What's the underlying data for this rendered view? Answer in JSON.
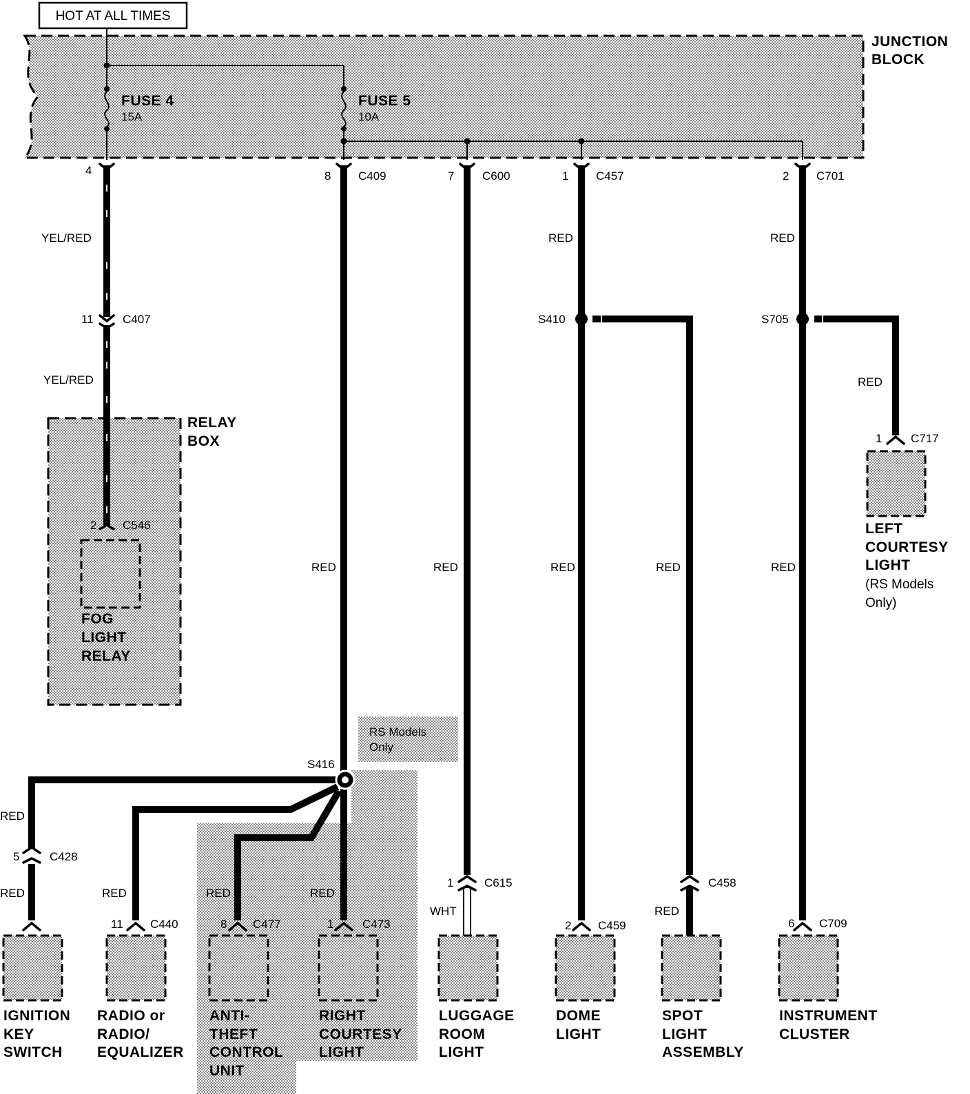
{
  "hot_label": "HOT AT ALL TIMES",
  "junction_block": {
    "line1": "JUNCTION",
    "line2": "BLOCK"
  },
  "fuses": [
    {
      "name": "FUSE 4",
      "rating": "15A"
    },
    {
      "name": "FUSE 5",
      "rating": "10A"
    }
  ],
  "relay_box": {
    "line1": "RELAY",
    "line2": "BOX"
  },
  "connectors": {
    "c409": {
      "pin": "8",
      "id": "C409"
    },
    "c600": {
      "pin": "7",
      "id": "C600"
    },
    "c457": {
      "pin": "1",
      "id": "C457"
    },
    "c701": {
      "pin": "2",
      "id": "C701"
    },
    "fuse4_out": {
      "pin": "4"
    },
    "c407": {
      "pin": "11",
      "id": "C407"
    },
    "c546": {
      "pin": "2",
      "id": "C546"
    },
    "c717": {
      "pin": "1",
      "id": "C717"
    },
    "c428": {
      "pin": "5",
      "id": "C428"
    },
    "c440": {
      "pin": "11",
      "id": "C440"
    },
    "c477": {
      "pin": "8",
      "id": "C477"
    },
    "c473": {
      "pin": "1",
      "id": "C473"
    },
    "c615": {
      "pin": "1",
      "id": "C615"
    },
    "c459": {
      "pin": "2",
      "id": "C459"
    },
    "c458": {
      "id": "C458"
    },
    "c709": {
      "pin": "6",
      "id": "C709"
    }
  },
  "splices": {
    "s410": "S410",
    "s705": "S705",
    "s416": "S416"
  },
  "wire_colors": {
    "yel_red": "YEL/RED",
    "red": "RED",
    "wht": "WHT"
  },
  "rs_models_note": {
    "line1": "RS Models",
    "line2": "Only"
  },
  "components": {
    "fog_light_relay": [
      "FOG",
      "LIGHT",
      "RELAY"
    ],
    "left_courtesy_light": [
      "LEFT",
      "COURTESY",
      "LIGHT",
      "(RS Models",
      "Only)"
    ],
    "ignition_key_switch": [
      "IGNITION",
      "KEY",
      "SWITCH"
    ],
    "radio_equalizer": [
      "RADIO or",
      "RADIO/",
      "EQUALIZER"
    ],
    "anti_theft_control_unit": [
      "ANTI-",
      "THEFT",
      "CONTROL",
      "UNIT"
    ],
    "right_courtesy_light": [
      "RIGHT",
      "COURTESY",
      "LIGHT"
    ],
    "luggage_room_light": [
      "LUGGAGE",
      "ROOM",
      "LIGHT"
    ],
    "dome_light": [
      "DOME",
      "LIGHT"
    ],
    "spot_light_assembly": [
      "SPOT",
      "LIGHT",
      "ASSEMBLY"
    ],
    "instrument_cluster": [
      "INSTRUMENT",
      "CLUSTER"
    ]
  }
}
